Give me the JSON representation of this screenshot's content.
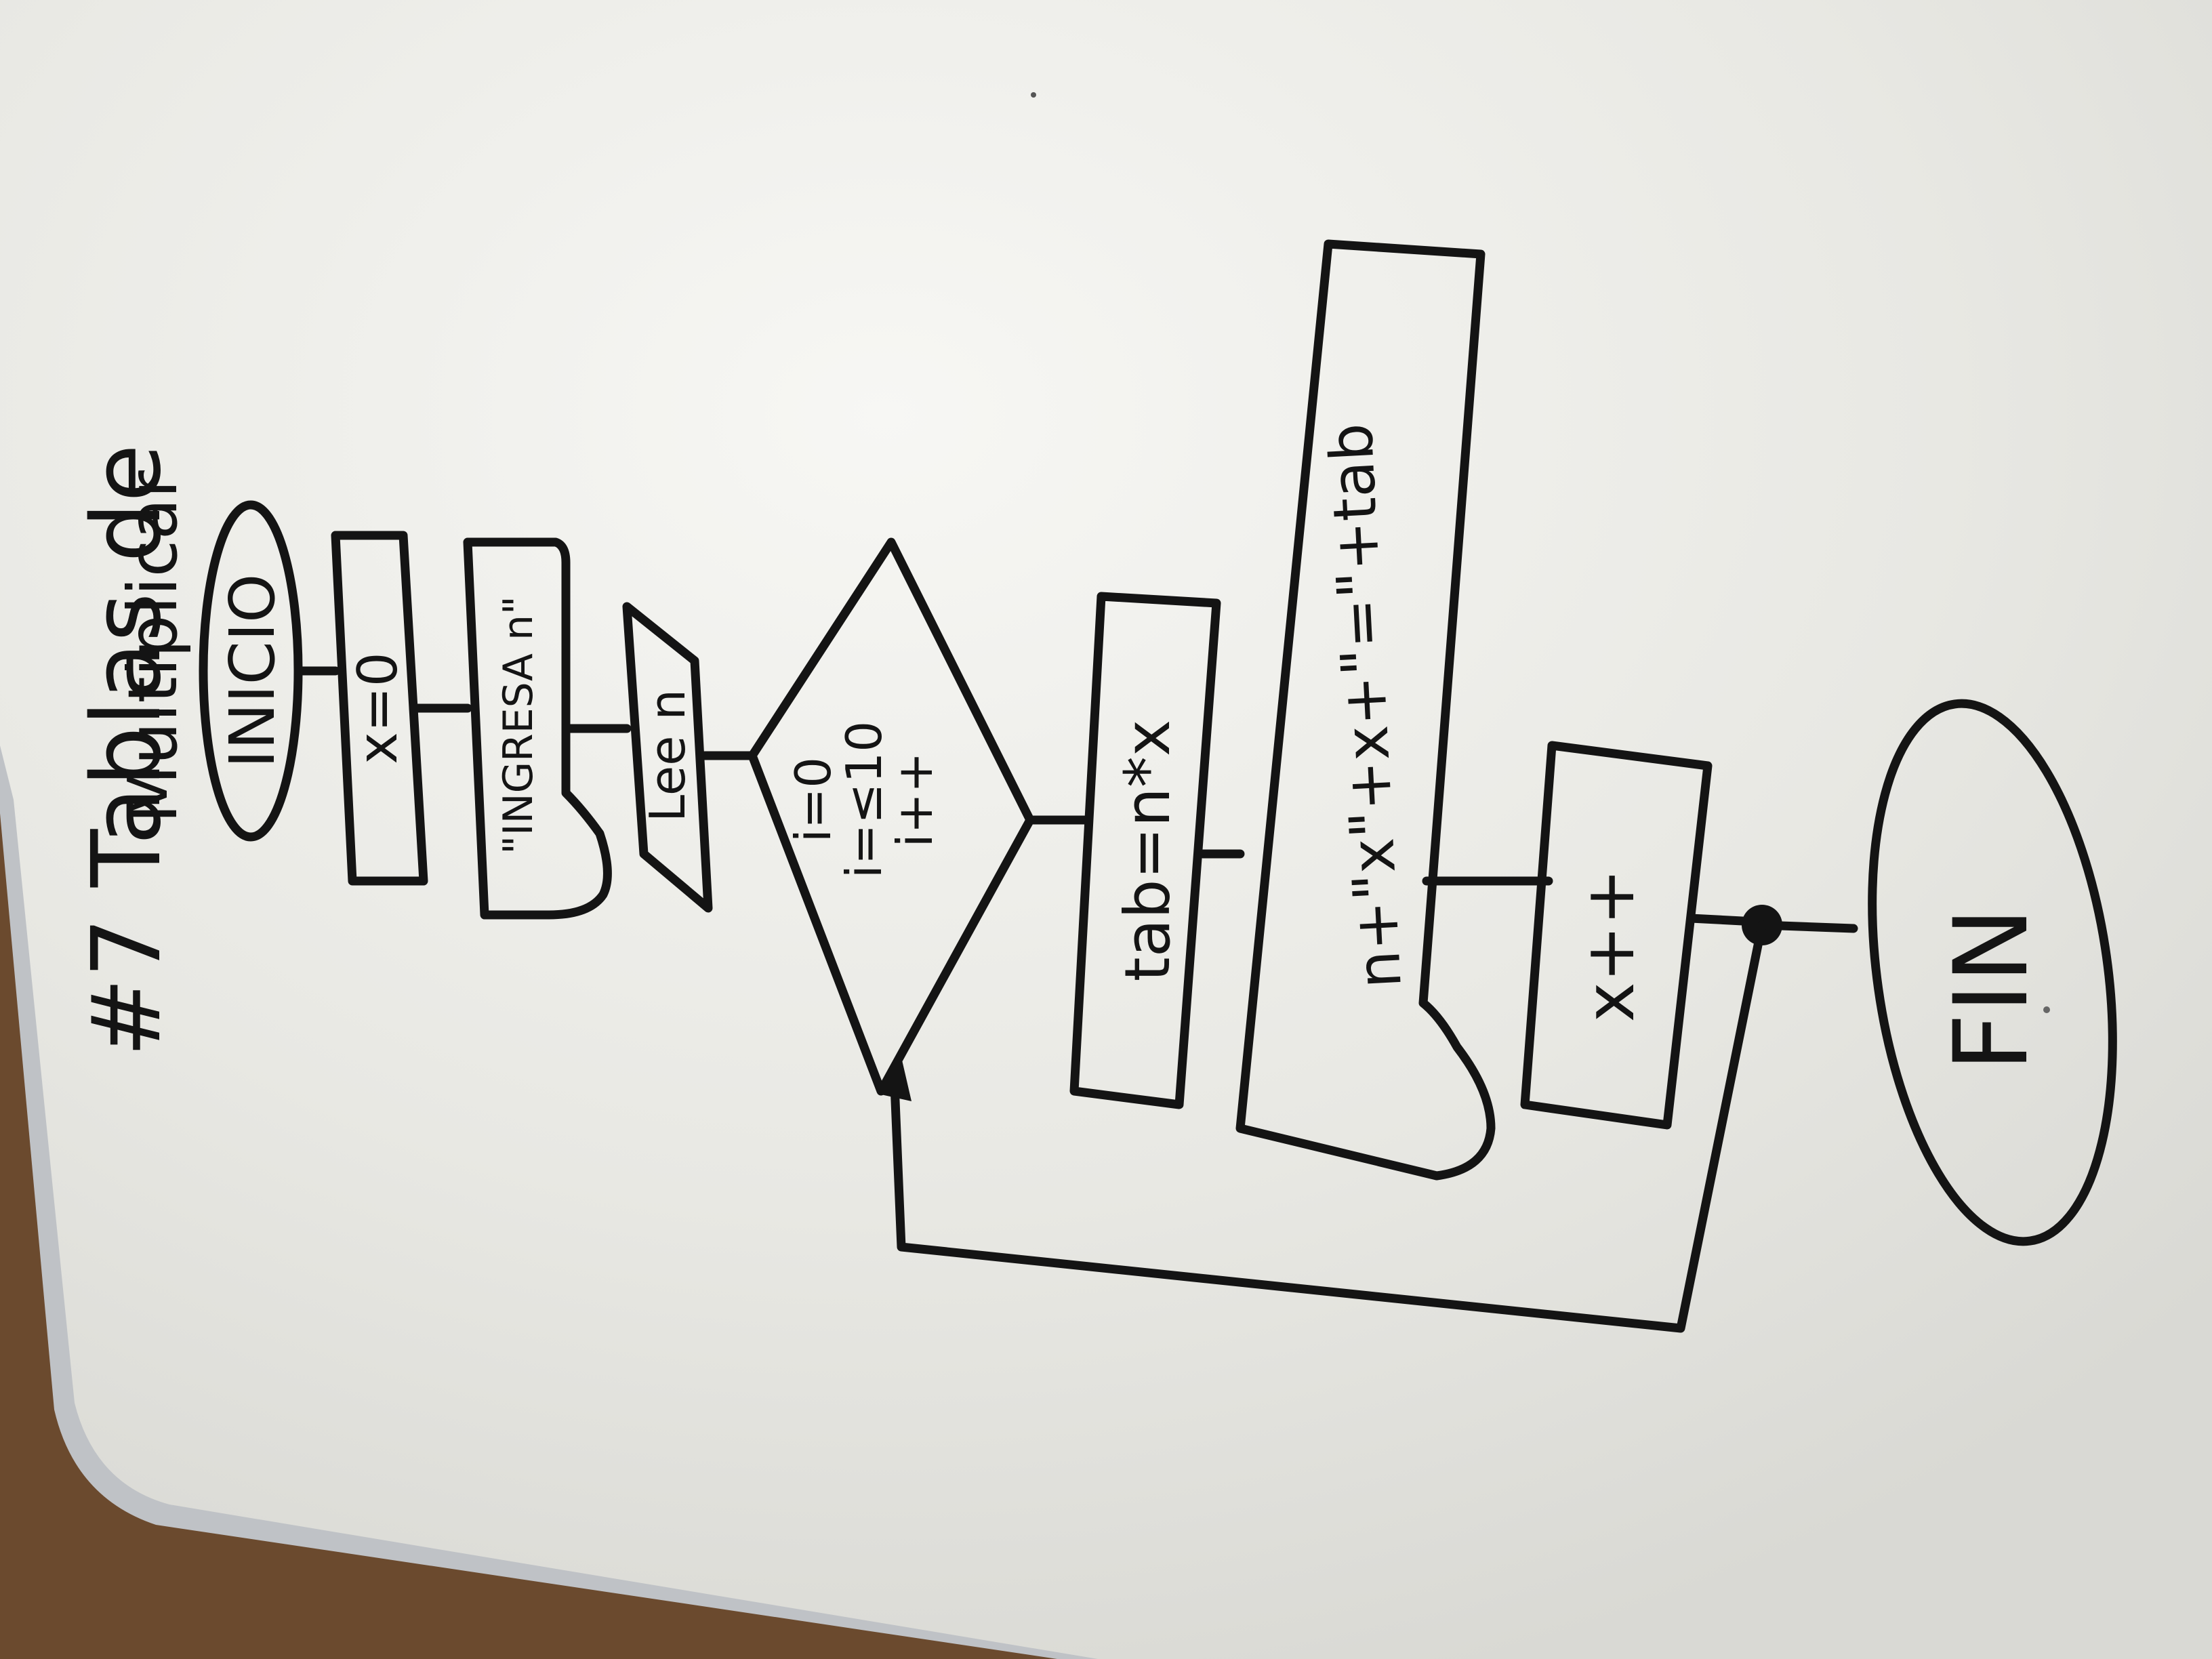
{
  "title": {
    "line1": "#7 Tablas de",
    "line2": "Multiplicar"
  },
  "nodes": {
    "start": "INICIO",
    "init": "x=0",
    "prompt": "\"INGRESA n\"",
    "read": "Lee n",
    "loop": {
      "line1": "i=0",
      "line2": "i=≤10",
      "line3": "i++"
    },
    "calc": "tab=n*x",
    "output": "n+\"x\"+x+\"=\"+tab",
    "increment": "x++",
    "end": "FIN"
  },
  "colors": {
    "ink": "#141414",
    "board": "#e9e8e2",
    "frame": "#b9bcc0",
    "floor": "#6b4a2e"
  }
}
